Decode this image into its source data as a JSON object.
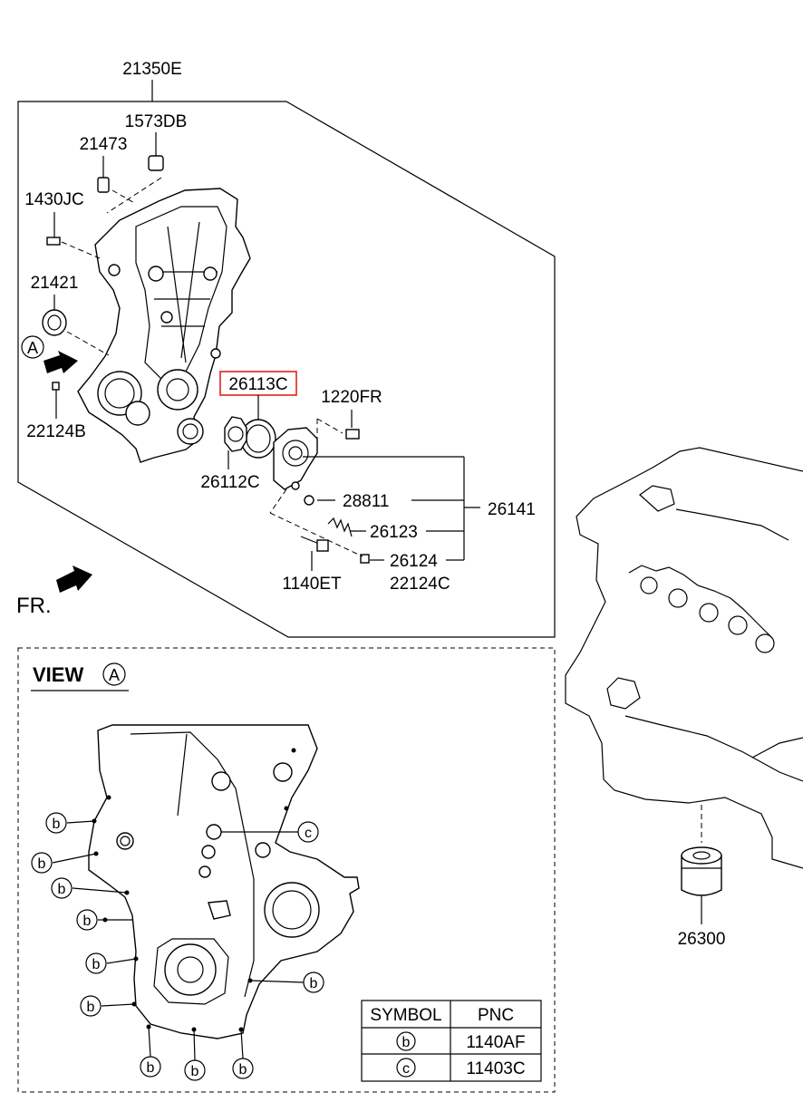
{
  "parts": {
    "assembly": "21350E",
    "plug_top": "1573DB",
    "plug_small": "21473",
    "pin": "1430JC",
    "seal_left": "21421",
    "bolt_left": "22124B",
    "highlight": "26113C",
    "bolt_right": "1220FR",
    "rotor": "26112C",
    "valve": "28811",
    "spring": "26123",
    "plug": "26124",
    "plug_alt": "22124C",
    "pump": "26141",
    "bolt_bottom": "1140ET",
    "filter": "26300"
  },
  "markers": {
    "view_marker": "A",
    "front": "FR."
  },
  "view": {
    "title": "VIEW",
    "marker": "A",
    "callout_b": "b",
    "callout_c": "c"
  },
  "table": {
    "header_symbol": "SYMBOL",
    "header_pnc": "PNC",
    "rows": [
      {
        "symbol": "b",
        "pnc": "1140AF"
      },
      {
        "symbol": "c",
        "pnc": "11403C"
      }
    ]
  },
  "colors": {
    "highlight_box": "#e2231a",
    "line": "#000000"
  }
}
